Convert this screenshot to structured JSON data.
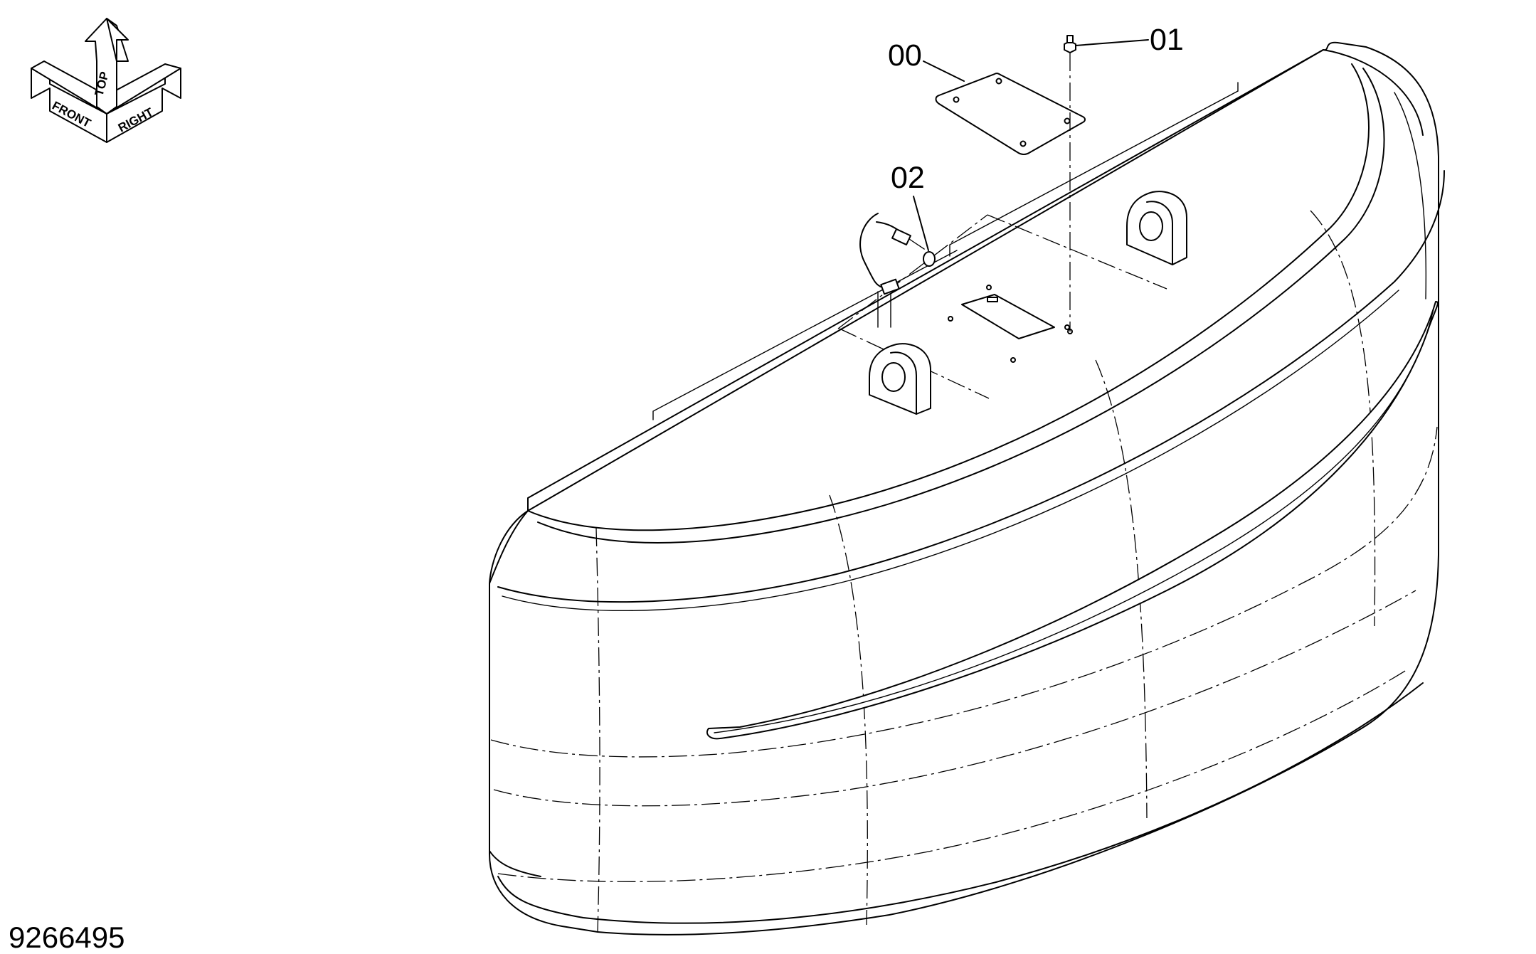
{
  "drawing_id": "9266495",
  "orientation": {
    "top": "TOP",
    "front": "FRONT",
    "right": "RIGHT"
  },
  "callouts": [
    {
      "id": "00",
      "label": "00"
    },
    {
      "id": "01",
      "label": "01"
    },
    {
      "id": "02",
      "label": "02"
    }
  ],
  "colors": {
    "line": "#000000",
    "background": "#ffffff"
  }
}
